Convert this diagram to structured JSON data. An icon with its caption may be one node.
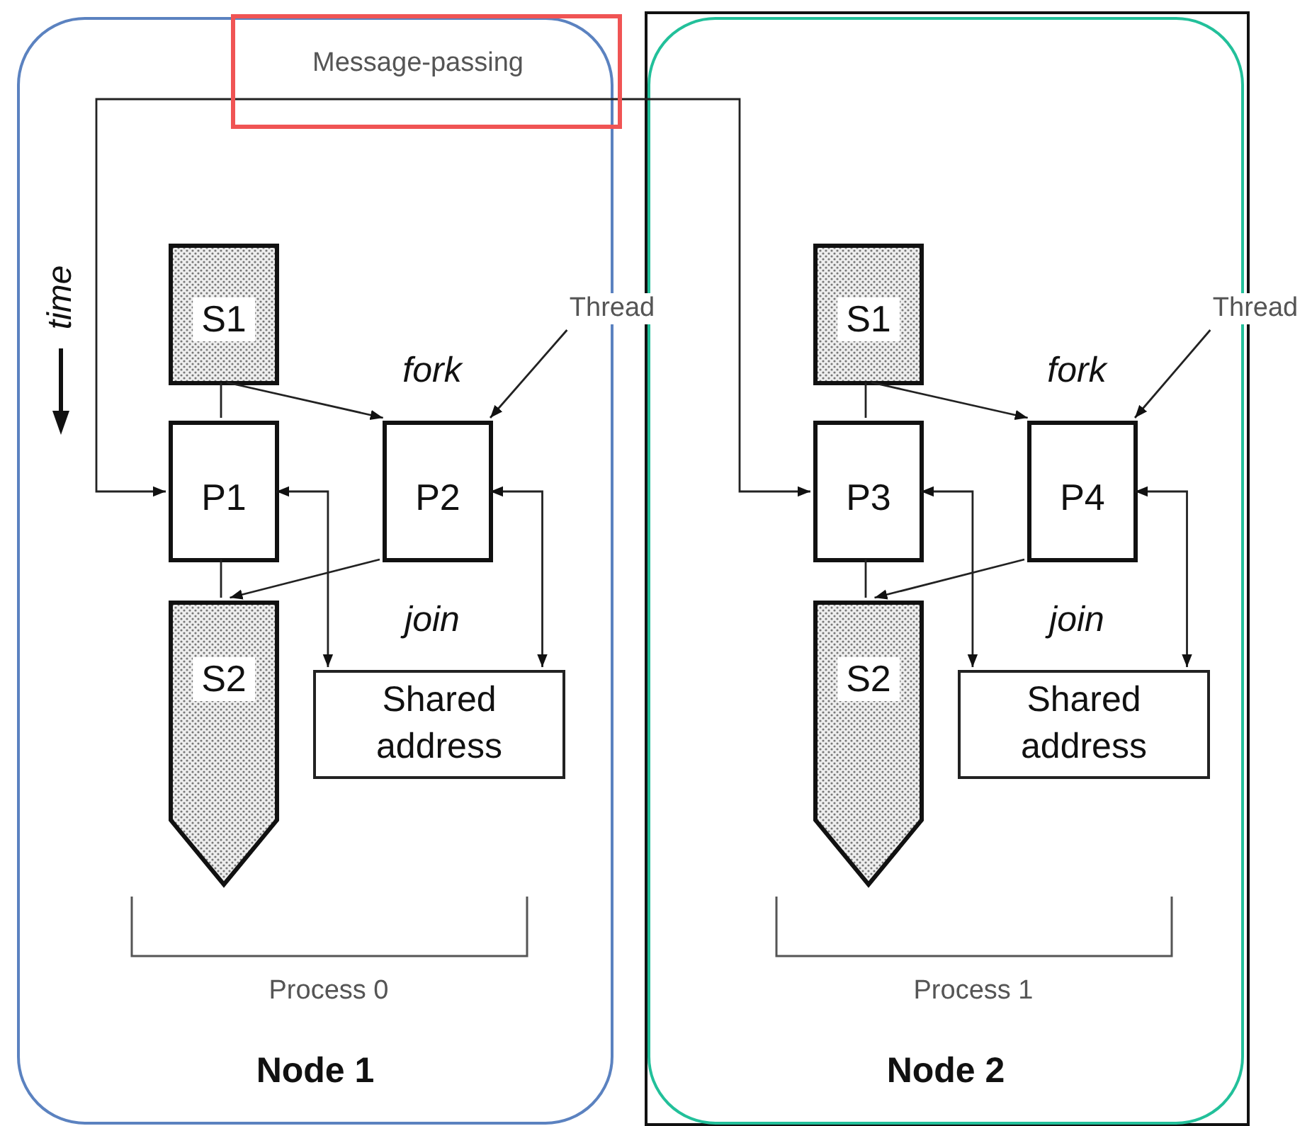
{
  "diagram": {
    "nodes": [
      {
        "text": [
          "Node 1"
        ]
      },
      {
        "text": [
          "S1"
        ],
        "in": 0
      },
      {
        "text": [
          "Thread"
        ]
      },
      {
        "text": [
          "P1"
        ],
        "in": 0
      },
      {
        "text": [
          "P2"
        ],
        "in": 0
      },
      {
        "text": [
          "S2"
        ],
        "in": 0
      },
      {
        "text": [
          "Shared address"
        ],
        "in": 0
      },
      {
        "text": [
          "Node 2"
        ]
      },
      {
        "text": [
          "S1"
        ],
        "in": 7
      },
      {
        "text": [
          "Thread"
        ]
      },
      {
        "text": [
          "P3"
        ],
        "in": 7
      },
      {
        "text": [
          "P4"
        ],
        "in": 7
      },
      {
        "text": [
          "S2"
        ],
        "in": 7
      },
      {
        "text": [
          "Shared address"
        ],
        "in": 7
      }
    ],
    "edges": [
      {
        "from": 1,
        "to": 3,
        "arrow": "none"
      },
      {
        "from": 1,
        "to": 4,
        "arrow": "to"
      },
      {
        "from": 3,
        "to": 5,
        "arrow": "none"
      },
      {
        "from": 4,
        "to": 5,
        "arrow": "to"
      },
      {
        "from": 3,
        "to": 6,
        "arrow": "both"
      },
      {
        "from": 4,
        "to": 6,
        "arrow": "both"
      },
      {
        "from": 2,
        "to": 4,
        "arrow": "to"
      },
      {
        "from": 8,
        "to": 10,
        "arrow": "none"
      },
      {
        "from": 8,
        "to": 11,
        "arrow": "to"
      },
      {
        "from": 10,
        "to": 12,
        "arrow": "none"
      },
      {
        "from": 11,
        "to": 12,
        "arrow": "to"
      },
      {
        "from": 10,
        "to": 13,
        "arrow": "both"
      },
      {
        "from": 11,
        "to": 13,
        "arrow": "both"
      },
      {
        "from": 9,
        "to": 11,
        "arrow": "to"
      },
      {
        "from": 3,
        "to": 10,
        "arrow": "both",
        "label": "Message-passing"
      }
    ],
    "labels": [
      "time",
      "fork",
      "join",
      "Process 0",
      "fork",
      "join",
      "Process 1"
    ]
  }
}
